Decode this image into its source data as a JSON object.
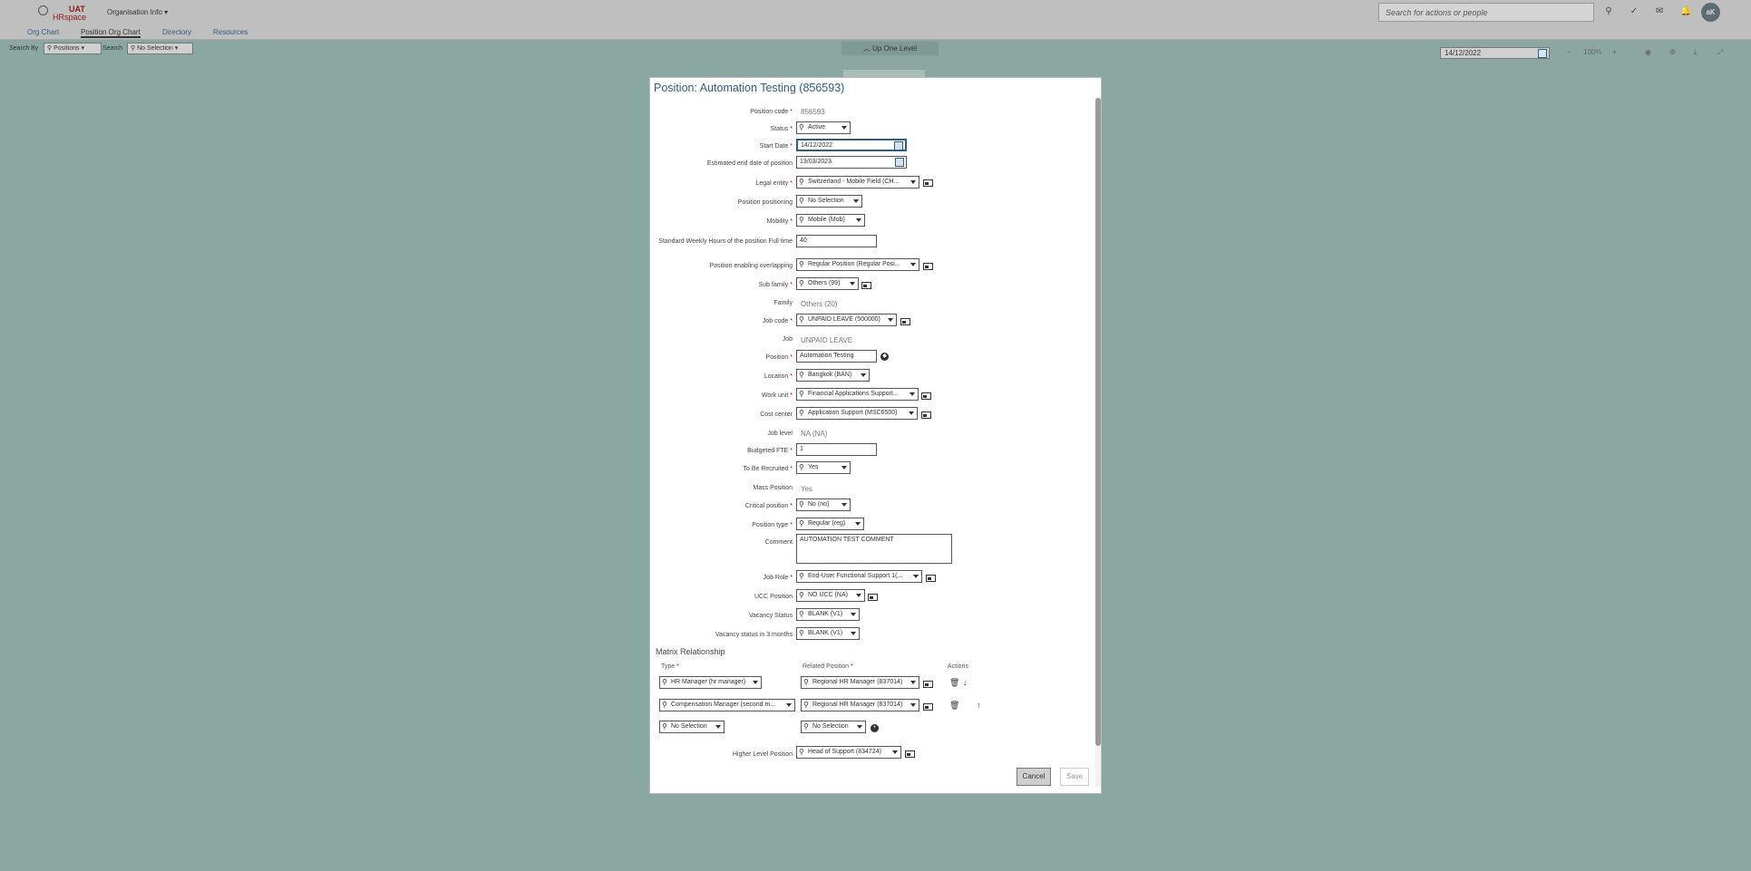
{
  "topbar": {
    "logo_uat": "UAT",
    "logo_hr": "HRspace",
    "org_menu": "Organisation Info",
    "search_placeholder": "Search for actions or people",
    "avatar_initials": "aK"
  },
  "nav": {
    "tabs": [
      "Org Chart",
      "Position Org Chart",
      "Directory",
      "Resources"
    ],
    "active_index": 1
  },
  "subbar": {
    "search_by_label": "Search By",
    "search_by_value": "Positions",
    "search_label": "Search",
    "search_value": "No Selection",
    "up_one_level": "Up One Level",
    "date": "14/12/2022",
    "zoom": "100%"
  },
  "dialog": {
    "title": "Position: Automation Testing (856593)",
    "fields": {
      "position_code": {
        "label": "Position code",
        "value": "856593"
      },
      "status": {
        "label": "Status",
        "value": "Active"
      },
      "start_date": {
        "label": "Start Date",
        "value": "14/12/2022"
      },
      "est_end_date": {
        "label": "Estimated end date of position",
        "value": "13/03/2023"
      },
      "legal_entity": {
        "label": "Legal entity",
        "value": "Switzerland - Mobile Field (CH..."
      },
      "position_positioning": {
        "label": "Position positioning",
        "value": "No Selection"
      },
      "mobility": {
        "label": "Mobility",
        "value": "Mobile (Mob)"
      },
      "std_weekly_hours": {
        "label": "Standard Weekly Hours of the position Full time",
        "value": "40"
      },
      "position_overlapping": {
        "label": "Position enabling overlapping",
        "value": "Regular Position (Regular Posi..."
      },
      "sub_family": {
        "label": "Sub family",
        "value": "Others (99)"
      },
      "family": {
        "label": "Family",
        "value": "Others (20)"
      },
      "job_code": {
        "label": "Job code",
        "value": "UNPAID LEAVE (500000)"
      },
      "job": {
        "label": "Job",
        "value": "UNPAID LEAVE"
      },
      "position": {
        "label": "Position",
        "value": "Automation Testing"
      },
      "location": {
        "label": "Location",
        "value": "Bangkok (BAN)"
      },
      "work_unit": {
        "label": "Work unit",
        "value": "Financial Applications Support..."
      },
      "cost_center": {
        "label": "Cost center",
        "value": "Application Support (MSC6500)"
      },
      "job_level": {
        "label": "Job level",
        "value": "NA (NA)"
      },
      "budgeted_fte": {
        "label": "Budgeted FTE",
        "value": "1"
      },
      "to_be_recruited": {
        "label": "To Be Recruited",
        "value": "Yes"
      },
      "mass_position": {
        "label": "Mass Position",
        "value": "Yes"
      },
      "critical_position": {
        "label": "Critical position",
        "value": "No (no)"
      },
      "position_type": {
        "label": "Position type",
        "value": "Regular (reg)"
      },
      "comment": {
        "label": "Comment",
        "value": "AUTOMATION TEST COMMENT"
      },
      "job_role": {
        "label": "Job Role",
        "value": "End-User Functional Support 1(..."
      },
      "ucc_position": {
        "label": "UCC Position",
        "value": "NO UCC (NA)"
      },
      "vacancy_status": {
        "label": "Vacancy Status",
        "value": "BLANK (V1)"
      },
      "vacancy_status_3m": {
        "label": "Vacancy status in 3 months",
        "value": "BLANK (V1)"
      }
    },
    "matrix": {
      "title": "Matrix Relationship",
      "col_type": "Type",
      "col_related": "Related Position",
      "col_actions": "Actions",
      "rows": [
        {
          "type": "HR Manager (hr manager)",
          "related": "Regional HR Manager (837014)"
        },
        {
          "type": "Compensation Manager (second m...",
          "related": "Regional HR Manager (837014)"
        },
        {
          "type": "No Selection",
          "related": "No Selection"
        }
      ]
    },
    "higher_level": {
      "label": "Higher Level Position",
      "value": "Head of Support (834724)"
    },
    "cancel": "Cancel",
    "save": "Save"
  }
}
